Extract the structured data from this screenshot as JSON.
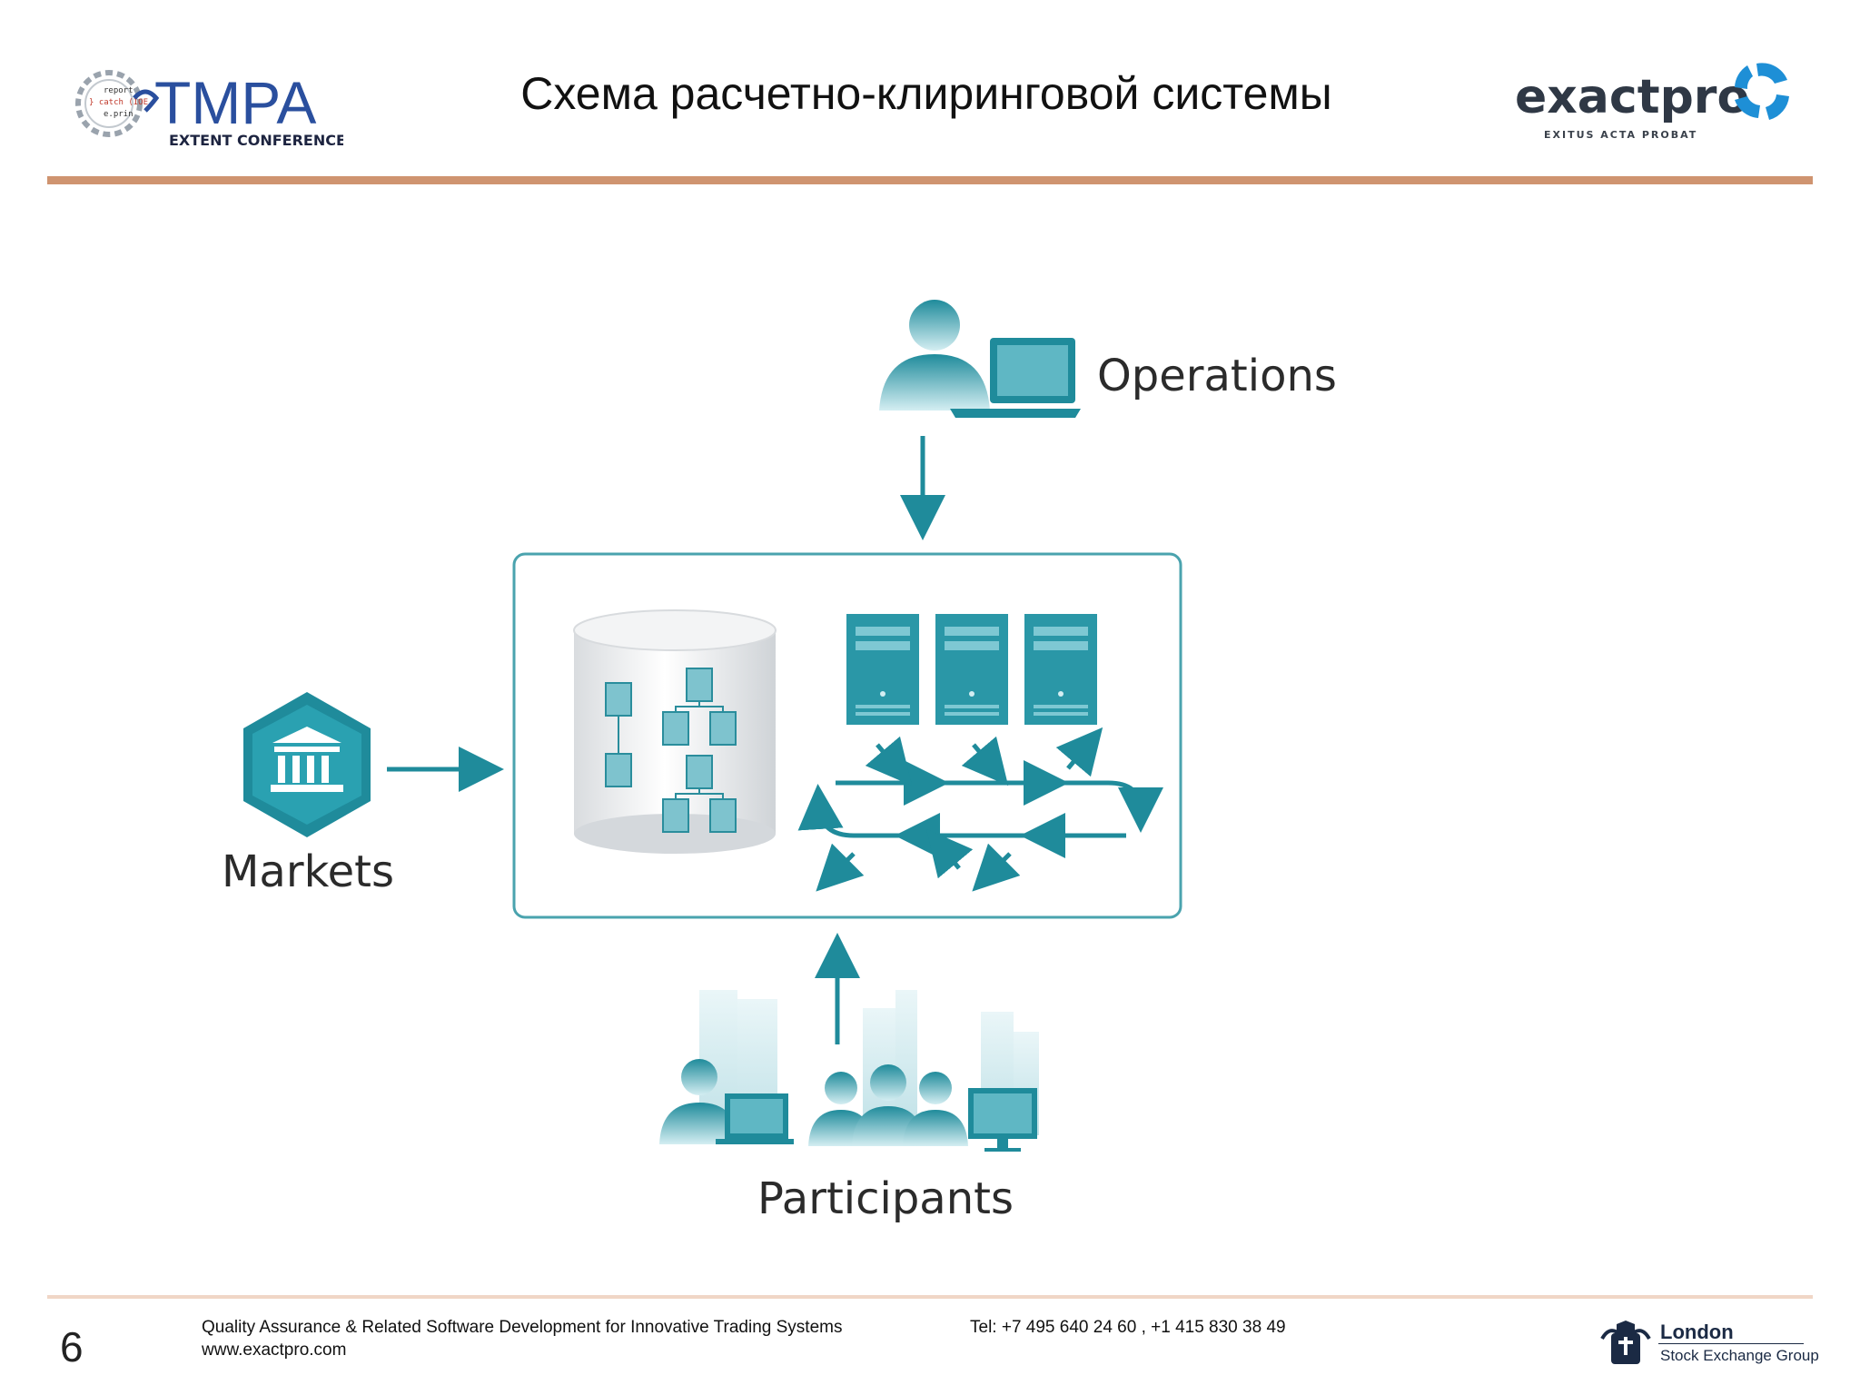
{
  "header": {
    "title": "Схема расчетно-клиринговой системы",
    "tmpa_logo": {
      "wordmark": "TMPA",
      "subtitle": "EXTENT CONFERENCE",
      "code_lines": [
        "report",
        "} catch (IOE",
        "e.prin"
      ]
    },
    "exactpro_logo": {
      "wordmark": "exactpro",
      "motto": "EXITUS ACTA PROBAT",
      "icon": "exactpro-swirl-icon"
    }
  },
  "diagram": {
    "nodes": {
      "operations": "Operations",
      "markets": "Markets",
      "participants": "Participants"
    },
    "icons": [
      "operator-with-laptop-icon",
      "bank-building-icon",
      "database-icon",
      "server-icon",
      "cycle-arrows-icon",
      "city-skyline-icon",
      "people-group-icon",
      "monitor-icon"
    ],
    "colors": {
      "teal": "#1f8b9b",
      "teal_light": "#5fb7c4",
      "teal_pale": "#d4eef2",
      "frame": "#4aa3ae"
    }
  },
  "footer": {
    "page_number": "6",
    "tagline": "Quality Assurance & Related Software Development  for Innovative Trading Systems",
    "url": "www.exactpro.com",
    "phone": "Tel: +7 495 640 24 60 ,  +1 415 830 38 49",
    "lseg": {
      "name": "London",
      "sub": "Stock Exchange Group"
    }
  }
}
